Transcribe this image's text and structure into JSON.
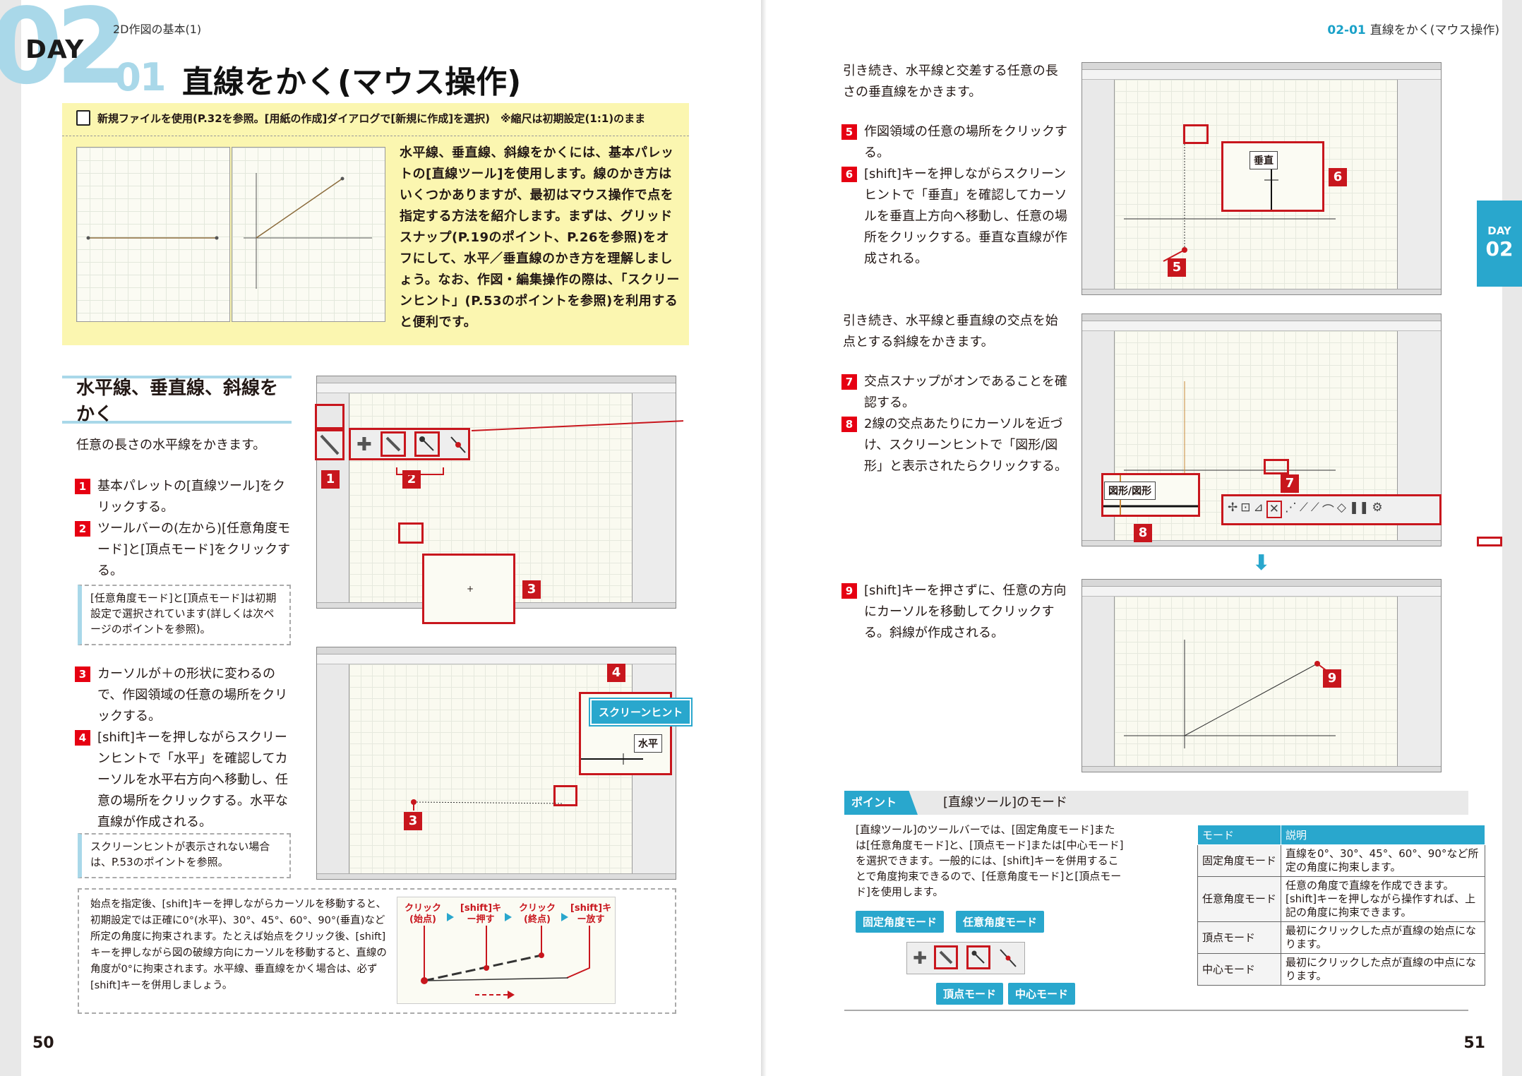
{
  "left_page": {
    "running_head": "2D作図の基本(1)",
    "day_digits": "02",
    "day_label": "DAY",
    "section_number": "-01",
    "title": "直線をかく(マウス操作)",
    "file_note": "新規ファイルを使用(P.32を参照。[用紙の作成]ダイアログで[新規に作成]を選択)　※縮尺は初期設定(1:1)のまま",
    "intro_text": "水平線、垂直線、斜線をかくには、基本パレットの[直線ツール]を使用します。線のかき方はいくつかありますが、最初はマウス操作で点を指定する方法を紹介します。まずは、グリッドスナップ(P.19のポイント、P.26を参照)をオフにして、水平／垂直線のかき方を理解しましょう。なお、作図・編集操作の際は、「スクリーンヒント」(P.53のポイントを参照)を利用すると便利です。",
    "section_title": "水平線、垂直線、斜線をかく",
    "lead": "任意の長さの水平線をかきます。",
    "steps": [
      {
        "n": "1",
        "text": "基本パレットの[直線ツール]をクリックする。"
      },
      {
        "n": "2",
        "text": "ツールバーの(左から)[任意角度モード]と[頂点モード]をクリックする。"
      },
      {
        "n": "3",
        "text": "カーソルが＋の形状に変わるので、作図領域の任意の場所をクリックする。"
      },
      {
        "n": "4",
        "text": "[shift]キーを押しながらスクリーンヒントで「水平」を確認してカーソルを水平右方向へ移動し、任意の場所をクリックする。水平な直線が作成される。"
      }
    ],
    "note1": "[任意角度モード]と[頂点モード]は初期設定で選択されています(詳しくは次ページのポイントを参照)。",
    "note2": "スクリーンヒントが表示されない場合は、P.53のポイントを参照。",
    "note3": "始点を指定後、[shift]キーを押しながらカーソルを移動すると、初期設定では正確に0°(水平)、30°、45°、60°、90°(垂直)など所定の角度に拘束されます。たとえば始点をクリック後、[shift]キーを押しながら図の破線方向にカーソルを移動すると、直線の角度が0°に拘束されます。水平線、垂直線をかく場合は、必ず[shift]キーを併用しましょう。",
    "diagram_labels": [
      "クリック(始点)",
      "[shift]キー押す",
      "クリック(終点)",
      "[shift]キー放す"
    ],
    "callout_screenhint": "スクリーンヒント",
    "hint_horizontal": "水平",
    "page_number": "50"
  },
  "right_page": {
    "running_head_num": "02-01",
    "running_head": "直線をかく(マウス操作)",
    "side_tab": {
      "day": "DAY",
      "num": "02"
    },
    "lead1": "引き続き、水平線と交差する任意の長さの垂直線をかきます。",
    "steps_a": [
      {
        "n": "5",
        "text": "作図領域の任意の場所をクリックする。"
      },
      {
        "n": "6",
        "text": "[shift]キーを押しながらスクリーンヒントで「垂直」を確認してカーソルを垂直上方向へ移動し、任意の場所をクリックする。垂直な直線が作成される。"
      }
    ],
    "hint_vertical": "垂直",
    "lead2": "引き続き、水平線と垂直線の交点を始点とする斜線をかきます。",
    "steps_b": [
      {
        "n": "7",
        "text": "交点スナップがオンであることを確認する。"
      },
      {
        "n": "8",
        "text": "2線の交点あたりにカーソルを近づけ、スクリーンヒントで「図形/図形」と表示されたらクリックする。"
      }
    ],
    "hint_shape": "図形/図形",
    "steps_c": [
      {
        "n": "9",
        "text": "[shift]キーを押さずに、任意の方向にカーソルを移動してクリックする。斜線が作成される。"
      }
    ],
    "point": {
      "tab": "ポイント",
      "title": "[直線ツール]のモード",
      "text": "[直線ツール]のツールバーでは、[固定角度モード]または[任意角度モード]と、[頂点モード]または[中心モード]を選択できます。一般的には、[shift]キーを併用することで角度拘束できるので、[任意角度モード]と[頂点モード]を使用します。",
      "buttons": [
        "固定角度モード",
        "任意角度モード",
        "頂点モード",
        "中心モード"
      ],
      "table_head": [
        "モード",
        "説明"
      ],
      "table_rows": [
        [
          "固定角度モード",
          "直線を0°、30°、45°、60°、90°など所定の角度に拘束します。"
        ],
        [
          "任意角度モード",
          "任意の角度で直線を作成できます。[shift]キーを押しながら操作すれば、上記の角度に拘束できます。"
        ],
        [
          "頂点モード",
          "最初にクリックした点が直線の始点になります。"
        ],
        [
          "中心モード",
          "最初にクリックした点が直線の中点になります。"
        ]
      ]
    },
    "page_number": "51"
  },
  "colors": {
    "accent": "#29a7cd",
    "day_light": "#a9d8e9",
    "red": "#c8161d",
    "yellow": "#fbf6b0"
  }
}
